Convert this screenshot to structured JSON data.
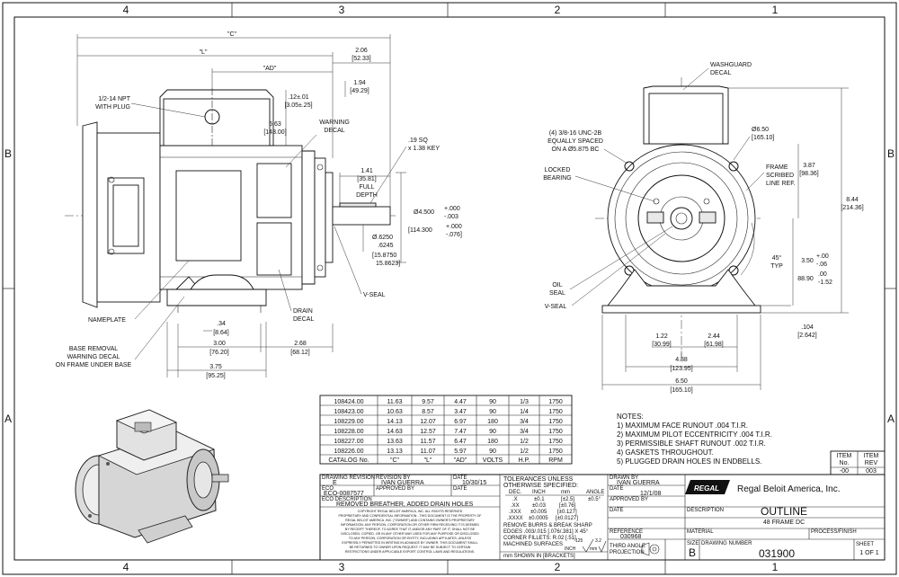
{
  "zones": {
    "top": [
      "4",
      "3",
      "2",
      "1"
    ],
    "bottom": [
      "4",
      "3",
      "2",
      "1"
    ],
    "left": [
      "B",
      "A"
    ],
    "right": [
      "B",
      "A"
    ]
  },
  "side_view": {
    "c": "\"C\"",
    "l": "\"L\"",
    "ad": "\"AD\"",
    "dim_206": "2.06",
    "dim_206m": "[52.33]",
    "dim_194": "1.94",
    "dim_194m": "[49.29]",
    "dim_12": ".12±.01",
    "dim_12m": "[3.05±.25]",
    "dim_563": "5.63",
    "dim_563m": "[143.00]",
    "npt1": "1/2-14 NPT",
    "npt2": "WITH PLUG",
    "warning1": "WARNING",
    "warning2": "DECAL",
    "key1": ".19 SQ",
    "key2": "x 1.38 KEY",
    "fd1": "1.41",
    "fd2": "[35.81]",
    "fd3": "FULL",
    "fd4": "DEPTH",
    "dia4500": "Ø4.500",
    "dia4500a": "+.000",
    "dia4500b": "-.003",
    "dia114": "[114.300",
    "dia114a": "+.000",
    "dia114b": "-.076]",
    "shaft1": "Ø.6250",
    "shaft2": ".6245",
    "shaft3": "[15.8750",
    "shaft4": "15.8623]",
    "vseal": "V-SEAL",
    "drain1": "DRAIN",
    "drain2": "DECAL",
    "nameplate": "NAMEPLATE",
    "base1": "BASE REMOVAL",
    "base2": "WARNING DECAL",
    "base3": "ON FRAME UNDER BASE",
    "d34": ".34",
    "d34m": "[8.64]",
    "d300": "3.00",
    "d300m": "[76.20]",
    "d268": "2.68",
    "d268m": "[68.12]",
    "d375": "3.75",
    "d375m": "[95.25]"
  },
  "end_view": {
    "washguard1": "WASHGUARD",
    "washguard2": "DECAL",
    "holes1": "(4) 3/8-16 UNC-2B",
    "holes2": "EQUALLY SPACED",
    "holes3": "ON A Ø5.875 BC",
    "locked1": "LOCKED",
    "locked2": "BEARING",
    "d650c": "Ø6.50",
    "d650cm": "[165.10]",
    "frame1": "FRAME",
    "frame2": "SCRIBED",
    "frame3": "LINE REF.",
    "d387": "3.87",
    "d387m": "[98.36]",
    "d844": "8.44",
    "d844m": "[214.36]",
    "ang45": "45°",
    "typ": "TYP",
    "d350": "3.50",
    "d350a": "+.00",
    "d350b": "-.06",
    "d8890": "88.90",
    "d8890a": ".00",
    "d8890b": "-1.52",
    "oil1": "OIL",
    "oil2": "SEAL",
    "vseal": "V-SEAL",
    "d104": ".104",
    "d104m": "[2.642]",
    "d122": "1.22",
    "d122m": "[30.99]",
    "d244": "2.44",
    "d244m": "[61.98]",
    "d488": "4.88",
    "d488m": "[123.95]",
    "d650": "6.50",
    "d650m": "[165.10]"
  },
  "catalog_table": {
    "headers": [
      "CATALOG No.",
      "\"C\"",
      "\"L\"",
      "\"AD\"",
      "VOLTS",
      "H.P.",
      "RPM"
    ],
    "rows": [
      [
        "108424.00",
        "11.63",
        "9.57",
        "4.47",
        "90",
        "1/3",
        "1750"
      ],
      [
        "108423.00",
        "10.63",
        "8.57",
        "3.47",
        "90",
        "1/4",
        "1750"
      ],
      [
        "108229.00",
        "14.13",
        "12.07",
        "6.97",
        "180",
        "3/4",
        "1750"
      ],
      [
        "108228.00",
        "14.63",
        "12.57",
        "7.47",
        "90",
        "3/4",
        "1750"
      ],
      [
        "108227.00",
        "13.63",
        "11.57",
        "6.47",
        "180",
        "1/2",
        "1750"
      ],
      [
        "108226.00",
        "13.13",
        "11.07",
        "5.97",
        "90",
        "1/2",
        "1750"
      ]
    ]
  },
  "notes": {
    "title": "NOTES:",
    "items": [
      "1) MAXIMUM FACE RUNOUT .004 T.I.R.",
      "2) MAXIMUM PILOT ECCENTRICITY .004 T.I.R.",
      "3) PERMISSIBLE SHAFT RUNOUT .002 T.I.R.",
      "4) GASKETS THROUGHOUT.",
      "5) PLUGGED DRAIN HOLES IN ENDBELLS."
    ]
  },
  "item_box": {
    "h1": "ITEM",
    "h1b": "No.",
    "h2": "ITEM",
    "h2b": "REV",
    "v1": "-00",
    "v2": "003"
  },
  "title_block": {
    "drawing_revision_label": "DRAWING REVISION",
    "drawing_revision": "E",
    "revision_by_label": "REVISION BY",
    "revision_by": "IVAN GUERRA",
    "date_label": "DATE",
    "date": "10/30/15",
    "eco_label": "ECO",
    "eco": "ECO-0087577",
    "approved_label": "APPROVED BY",
    "eco_desc_label": "ECO DESCRIPTION",
    "eco_desc": "REMOVED BREATHER, ADDED DRAIN HOLES",
    "copyright": [
      "COPYRIGHT REGAL BELOIT AMERICA, INC. ALL RIGHTS RESERVED",
      "PROPRIETARY AND CONFIDENTIAL INFORMATION - THIS DOCUMENT IS THE PROPERTY OF",
      "REGAL BELOIT AMERICA, INC. (\"OWNER\") AND CONTAINS OWNER'S PROPRIETARY",
      "INFORMATION. ANY PERSON, CORPORATION OR OTHER FIRM RECEIVING IT IS DEEMED",
      "BY RECEIPT THEREOF, TO AGREE THAT IT, AND/OR ANY PART OF IT, SHALL NOT BE",
      "DISCLOSED, COPIED, OR IN ANY OTHER WAY USED FOR ANY PURPOSE OR DISCLOSED",
      "TO ANY PERSON, CORPORATION OR ENTITY, INCLUDING AFFILIATES, UNLESS",
      "EXPRESSLY PERMITTED IN WRITING IN ADVANCE BY OWNER. THIS DOCUMENT SHALL",
      "BE RETURNED TO OWNER UPON REQUEST. IT MAY BE SUBJECT TO CERTAIN",
      "RESTRICTIONS UNDER APPLICABLE EXPORT CONTROL LAWS AND REGULATIONS."
    ],
    "tol_title1": "TOLERANCES UNLESS",
    "tol_title2": "OTHERWISE SPECIFIED:",
    "tol_head": [
      "DEC.",
      "INCH",
      "mm",
      "ANGLE"
    ],
    "tol_rows": [
      [
        ".X",
        "±0.1",
        "[±2.5]",
        "±0.5°"
      ],
      [
        ".XX",
        "±0.03",
        "[±0.76]",
        ""
      ],
      [
        ".XXX",
        "±0.005",
        "[±0.127]",
        ""
      ],
      [
        ".XXXX",
        "±0.0005",
        "[±0.0127]",
        ""
      ]
    ],
    "burrs1": "REMOVE BURRS & BREAK SHARP",
    "burrs2": "EDGES .003/.015 [.076/.381] X 45°",
    "fillets": "CORNER FILLETS: R.02 [.51]",
    "machined": "MACHINED SURFACES",
    "roughness1": "125",
    "roughness2": "INCH",
    "roughness3": "3.2",
    "roughness4": "mm",
    "brackets": "mm SHOWN IN [BRACKETS]",
    "drawn_by_label": "DRAWN BY",
    "drawn_by": "IVAN GUERRA",
    "date2_label": "DATE",
    "date2": "12/1/08",
    "approved2_label": "APPROVED BY",
    "company": "Regal Beloit America, Inc.",
    "logo_text": "REGAL",
    "description_label": "DESCRIPTION",
    "description": "OUTLINE",
    "description2": "48 FRAME DC",
    "material_label": "MATERIAL",
    "process_label": "PROCESS/FINISH",
    "reference_label": "REFERENCE",
    "reference": "030968",
    "third_angle1": "THIRD ANGLE",
    "third_angle2": "PROJECTION",
    "size_label": "SIZE",
    "size": "B",
    "drawing_number_label": "DRAWING NUMBER",
    "drawing_number": "031900",
    "sheet_label": "SHEET",
    "sheet": "1 OF 1"
  }
}
